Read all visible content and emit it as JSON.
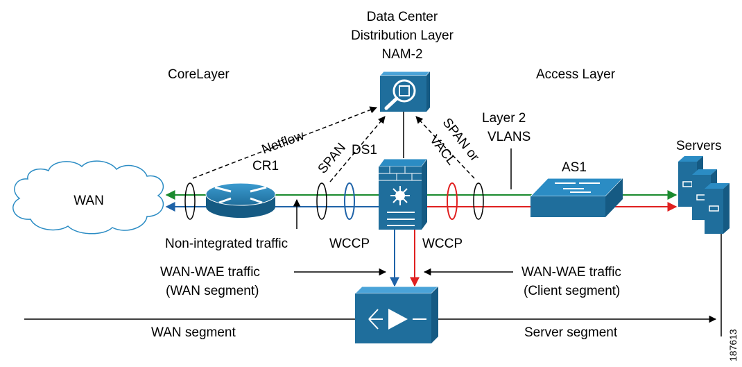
{
  "headers": {
    "dc_line1": "Data Center",
    "dc_line2": "Distribution Layer",
    "nam": "NAM-2",
    "core": "CoreLayer",
    "access": "Access Layer"
  },
  "nodes": {
    "wan": "WAN",
    "cr1": "CR1",
    "ds1": "DS1",
    "as1": "AS1",
    "servers": "Servers"
  },
  "labels": {
    "netflow": "Netflow",
    "span": "SPAN",
    "span_or": "SPAN or",
    "vacl": "VACL",
    "layer2_line1": "Layer 2",
    "layer2_line2": "VLANS",
    "non_integrated": "Non-integrated traffic",
    "wccp_left": "WCCP",
    "wccp_right": "WCCP",
    "wan_wae_left_line1": "WAN-WAE traffic",
    "wan_wae_left_line2": "(WAN segment)",
    "wan_wae_right_line1": "WAN-WAE traffic",
    "wan_wae_right_line2": "(Client segment)",
    "wan_segment": "WAN segment",
    "server_segment": "Server segment",
    "figure_id": "187613"
  },
  "colors": {
    "device_blue": "#1f6e9c",
    "device_light": "#2b8cc4",
    "green_flow": "#1a8a2e",
    "blue_flow": "#1f63a8",
    "red_flow": "#e02020",
    "firewall_brick": "#155a83"
  }
}
